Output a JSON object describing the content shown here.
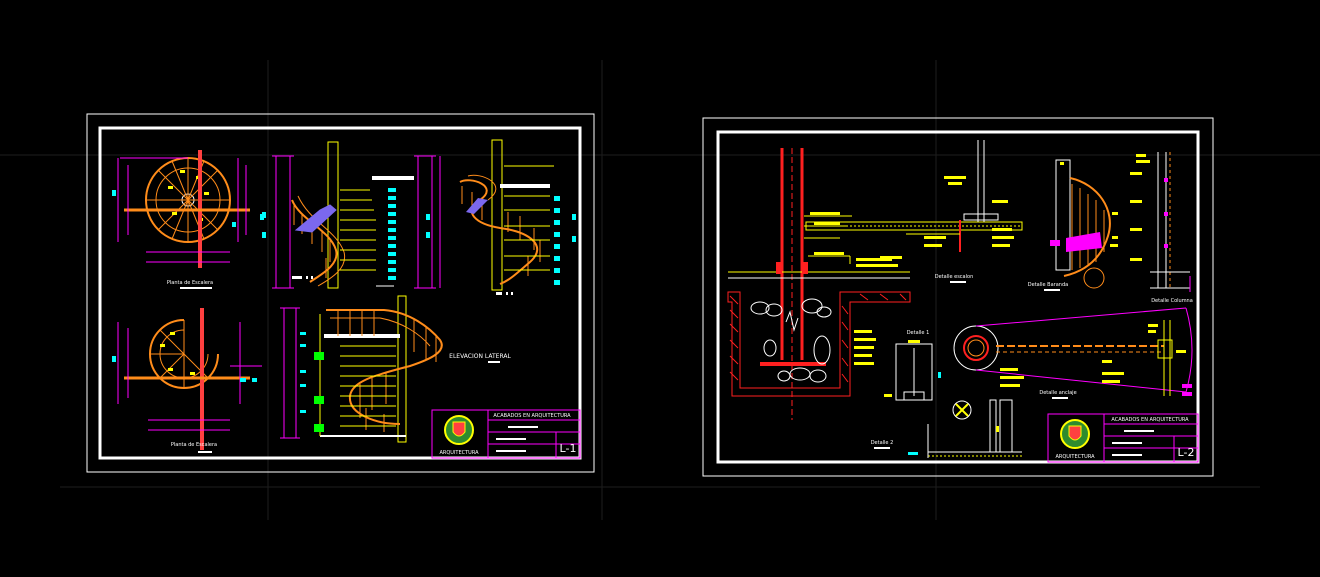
{
  "colors": {
    "background": "#000000",
    "frame": "#ffffff",
    "stair": "#ff8c1a",
    "dimension": "#ff00ff",
    "text": "#ffff00",
    "section": "#00ffff",
    "cut": "#ff2020",
    "grid": "#1e1e1e"
  },
  "sheet1": {
    "sheet_number": "L-1",
    "title_block": "ACABADOS EN ARQUITECTURA",
    "firm": "ARQUITECTURA",
    "labels": {
      "plan_top": "Planta de Escalera",
      "plan_bottom": "Planta de Escalera",
      "elevation": "ELEVACION LATERAL"
    }
  },
  "sheet2": {
    "sheet_number": "L-2",
    "title_block": "ACABADOS EN ARQUITECTURA",
    "firm": "ARQUITECTURA",
    "labels": {
      "detail_anchor": "Detalle anclaje",
      "detail_step": "Detalle escalon",
      "detail_handrail": "Detalle Baranda",
      "detail_1": "Detalle 1",
      "detail_2": "Detalle 2",
      "detail_column": "Detalle Columna"
    }
  }
}
